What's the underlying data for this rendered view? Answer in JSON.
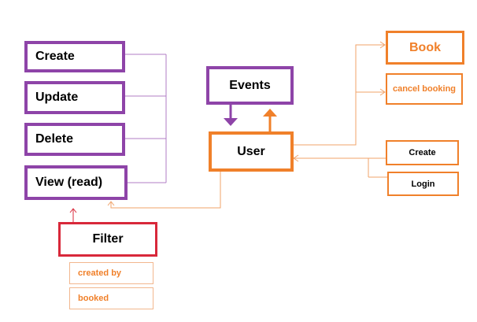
{
  "crud_nodes": {
    "create": "Create",
    "update": "Update",
    "delete": "Delete",
    "view": "View (read)"
  },
  "events": "Events",
  "user": "User",
  "filter": {
    "label": "Filter",
    "options": [
      "created by",
      "booked"
    ]
  },
  "booking": {
    "book": "Book",
    "cancel": "cancel booking"
  },
  "account": {
    "create": "Create",
    "login": "Login"
  },
  "colors": {
    "purple": "#8e44a8",
    "orange": "#f0802a",
    "red": "#d8283a",
    "light_orange": "#f2b78e"
  }
}
